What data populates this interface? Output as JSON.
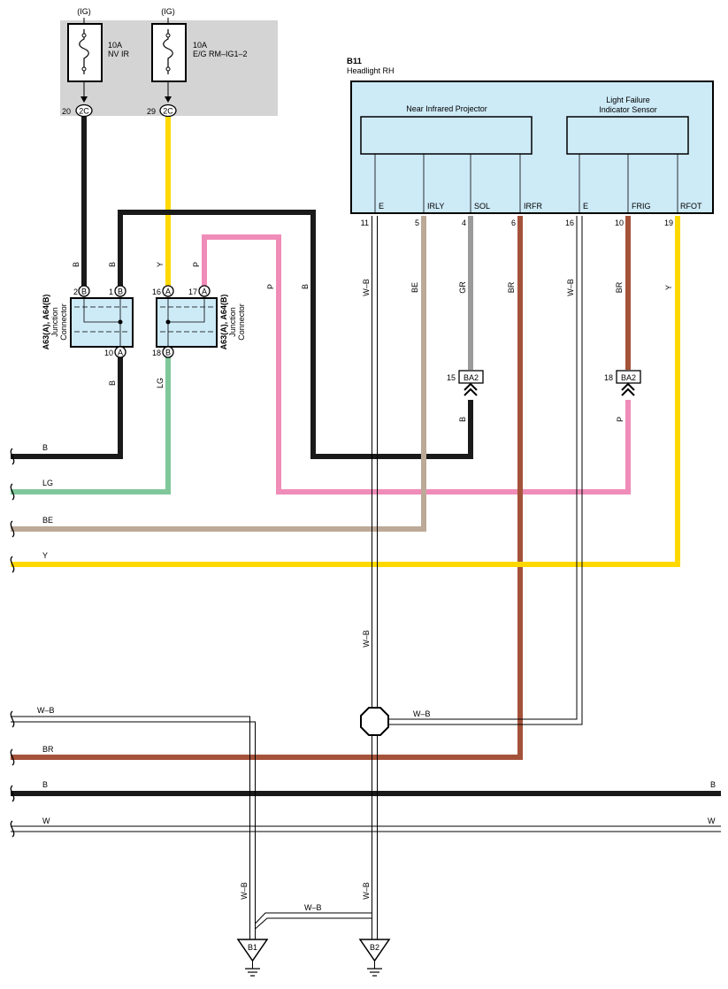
{
  "fuse_box": {
    "fuses": [
      {
        "supply": "(IG)",
        "rating": "10A",
        "name": "NV IR",
        "pin": "20",
        "connector": "2C"
      },
      {
        "supply": "(IG)",
        "rating": "10A",
        "name": "E/G RM–IG1–2",
        "pin": "29",
        "connector": "2C"
      }
    ]
  },
  "headlight": {
    "id": "B11",
    "name": "Headlight RH",
    "blocks": {
      "projector": "Near Infrared Projector",
      "sensor_line1": "Light Failure",
      "sensor_line2": "Indicator Sensor"
    },
    "terminals": [
      {
        "name": "E",
        "pin": "11",
        "wire": "W–B"
      },
      {
        "name": "IRLY",
        "pin": "5",
        "wire": "BE"
      },
      {
        "name": "SOL",
        "pin": "4",
        "wire": "GR"
      },
      {
        "name": "IRFR",
        "pin": "6",
        "wire": "BR"
      },
      {
        "name": "E",
        "pin": "16",
        "wire": "W–B"
      },
      {
        "name": "FRIG",
        "pin": "10",
        "wire": "BR"
      },
      {
        "name": "RFOT",
        "pin": "19",
        "wire": "Y"
      }
    ]
  },
  "junction_connectors": [
    {
      "title_line1": "A63(A), A64(B)",
      "title_line2": "Junction",
      "title_line3": "Connector",
      "pins": [
        {
          "pin": "2",
          "code": "B",
          "wire": "B"
        },
        {
          "pin": "1",
          "code": "B",
          "wire": "B"
        },
        {
          "pin": "10",
          "code": "A",
          "wire": "B"
        }
      ]
    },
    {
      "title_line1": "A63(A), A64(B)",
      "title_line2": "Junction",
      "title_line3": "Connector",
      "pins": [
        {
          "pin": "16",
          "code": "A",
          "wire": "Y"
        },
        {
          "pin": "17",
          "code": "A",
          "wire": "P"
        },
        {
          "pin": "18",
          "code": "B",
          "wire": "LG"
        }
      ]
    }
  ],
  "splice_connectors": [
    {
      "pin": "15",
      "name": "BA2",
      "wire_below": "B"
    },
    {
      "pin": "18",
      "name": "BA2",
      "wire_below": "P"
    }
  ],
  "vertical_wire_labels": {
    "black_loop": "B",
    "pink": "P",
    "w_b_mid": "W–B",
    "w_b_b1": "W–B",
    "w_b_b2": "W–B"
  },
  "horizontal_buses": [
    {
      "color": "B",
      "right_label": ""
    },
    {
      "color": "LG",
      "right_label": ""
    },
    {
      "color": "BE",
      "right_label": ""
    },
    {
      "color": "Y",
      "right_label": ""
    },
    {
      "color": "W–B",
      "right_label": ""
    },
    {
      "color": "BR",
      "right_label": ""
    },
    {
      "color": "B",
      "right_label": "B"
    },
    {
      "color": "W",
      "right_label": "W"
    }
  ],
  "junction_wire_label": "W–B",
  "ground_link_label": "W–B",
  "grounds": [
    "B1",
    "B2"
  ],
  "colors": {
    "black": "#1a1a1a",
    "yellow": "#ffd800",
    "pink": "#f08cb8",
    "beige": "#bca997",
    "gray": "#9a9a9a",
    "brown": "#a4523a",
    "light_green": "#7fc79a",
    "component_fill": "#cdeaf7",
    "fuse_box_fill": "#d4d4d4"
  }
}
